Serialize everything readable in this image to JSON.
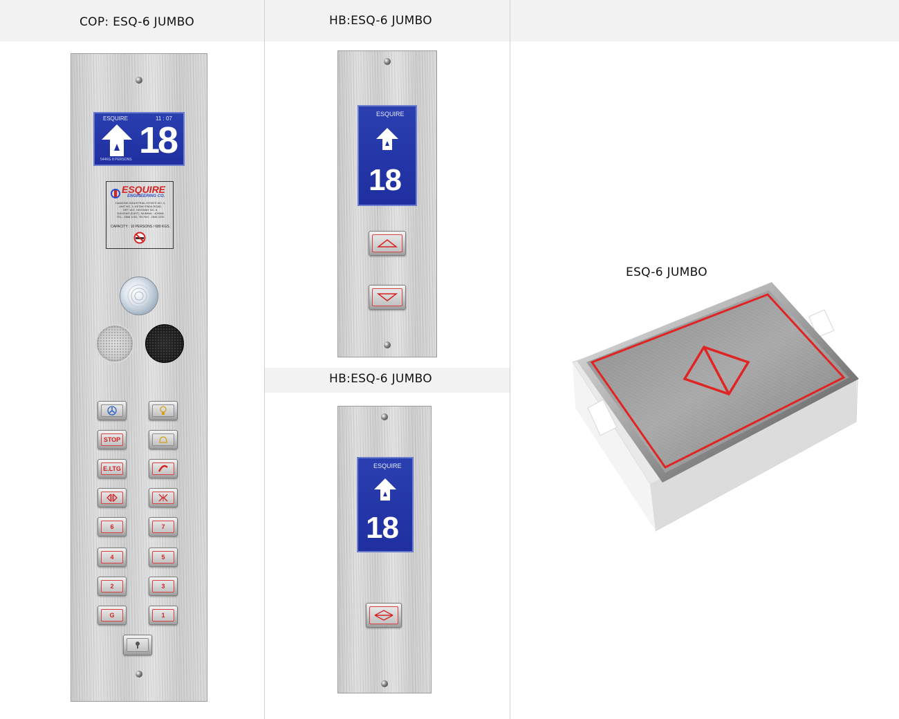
{
  "columns": [
    {
      "title": "COP: ESQ-6 JUMBO"
    },
    {
      "title": "HB:ESQ-6 JUMBO"
    },
    {
      "title": "HB:ESQ-6 JUMBO"
    },
    {
      "title": "ESQ-6 JUMBO"
    }
  ],
  "cop": {
    "display": {
      "brand": "ESQUIRE",
      "time": "11 : 07",
      "floor": "18",
      "capacity_line": "544KG   8   PERSONS"
    },
    "label_plate": {
      "company": "ESQUIRE",
      "company_sub": "ENGINEERING CO.",
      "address": [
        "DIAMOND INDUSTRIAL ESTATE NO. 3,",
        "UNIT NO. 3, KETAKI PADA ROAD,",
        "OFF. W.E. HIGHWAY NO. 8,",
        "DAHISAR (EAST), MUMBAI - 400068",
        "TEL.: 2868 1003, TELFAX : 2848 2220"
      ],
      "capacity": "CAPACITY : 10 PERSONS / 680 KGS."
    },
    "buttons_left": [
      "",
      "STOP",
      "E.LTG",
      "",
      "6",
      "4",
      "2",
      "G"
    ],
    "buttons_right": [
      "",
      "",
      "",
      "",
      "7",
      "5",
      "3",
      "1"
    ]
  },
  "hb1": {
    "display": {
      "brand": "ESQUIRE",
      "floor": "18"
    }
  },
  "hb2": {
    "display": {
      "brand": "ESQUIRE",
      "floor": "18"
    }
  }
}
